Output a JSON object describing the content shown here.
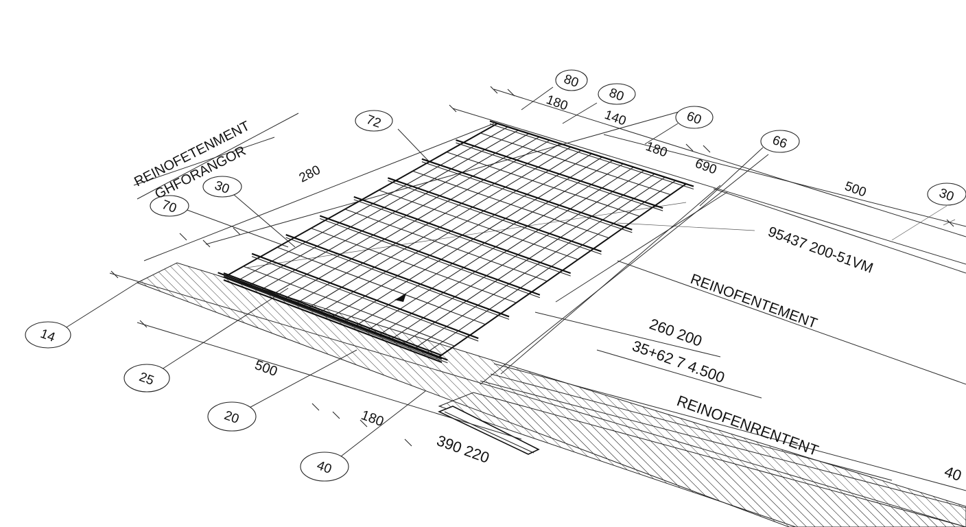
{
  "colors": {
    "ink": "#111111",
    "paper": "#ffffff"
  },
  "bubbles": [
    "80",
    "80",
    "60",
    "66",
    "72",
    "30",
    "70",
    "30",
    "14",
    "25",
    "20",
    "40"
  ],
  "labels": {
    "title_line1": "REINOFETENMENT",
    "title_line2": "GHFORANGOR",
    "dim_280": "280",
    "dim_180_top": "180",
    "dim_140": "140",
    "dim_180_right": "180",
    "dim_690": "690",
    "dim_500_right": "500",
    "spec_code": "95437 200-51VM",
    "reinforcement_1": "REINOFENTEMENT",
    "dim_260_200": "260 200",
    "dim_35_62": "35+62 7 4.500",
    "reinforcement_2": "REINOFENRENTENT",
    "dim_500_bottom": "500",
    "dim_180_bottom": "180",
    "dim_390_220": "390 220",
    "dim_40_edge": "40"
  }
}
